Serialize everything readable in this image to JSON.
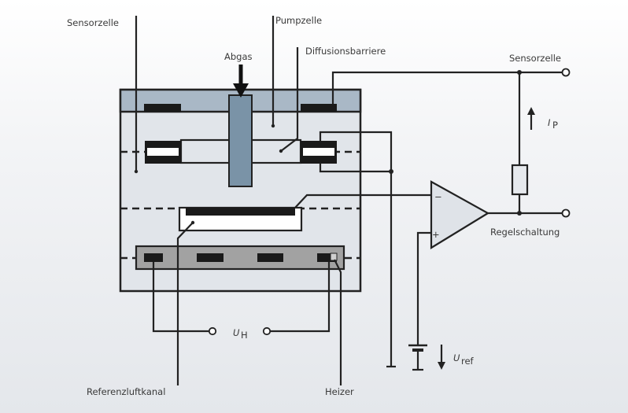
{
  "labels": {
    "sensor_cell_left": "Sensorzelle",
    "pump_cell": "Pumpzelle",
    "exhaust": "Abgas",
    "diffusion_barrier": "Diffusionsbarriere",
    "sensor_cell_right": "Sensorzelle",
    "pump_current": "I",
    "pump_current_sub": "P",
    "control_circuit": "Regelschaltung",
    "minus": "−",
    "plus": "+",
    "heater_voltage": "U",
    "heater_voltage_sub": "H",
    "ref_voltage": "U",
    "ref_voltage_sub": "ref",
    "reference_air_channel": "Referenzluftkanal",
    "heater": "Heizer"
  },
  "colors": {
    "top_layer": "#a9b8c6",
    "body": "#e1e5ea",
    "gas_inlet": "#7a93a7",
    "heater_layer": "#a2a2a2",
    "lines": "#222222"
  }
}
